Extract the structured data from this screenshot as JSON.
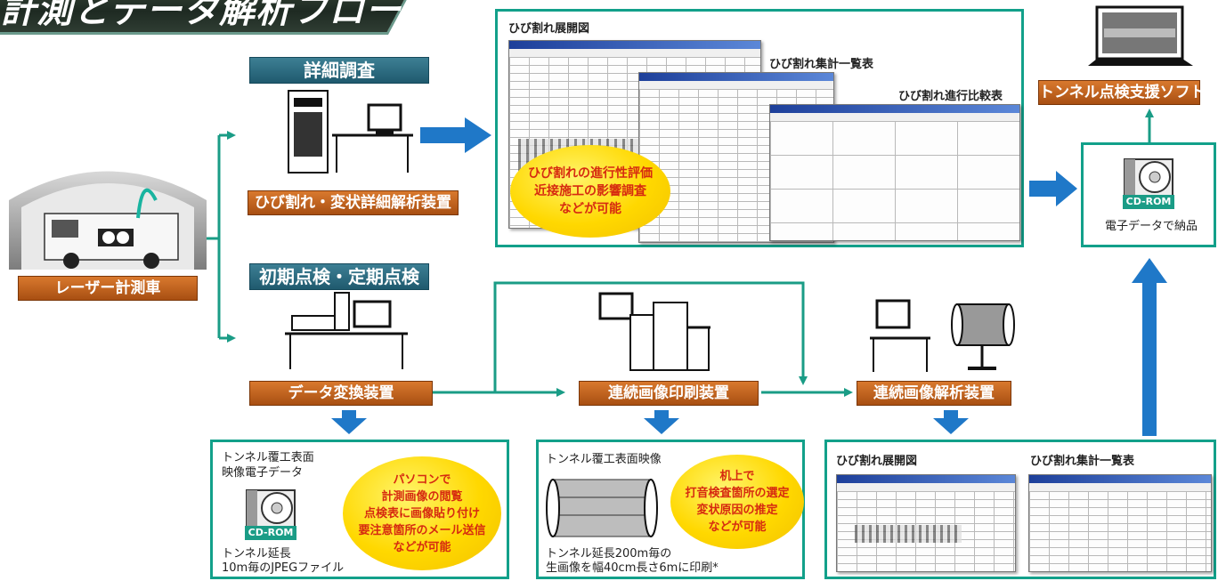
{
  "title": "計測とデータ解析フロー",
  "vehicle": {
    "label": "レーザー計測車"
  },
  "detail": {
    "header": "詳細調査",
    "device_label": "ひび割れ・変状詳細解析装置",
    "panel": {
      "window1_title": "ひび割れ展開図",
      "window2_title": "ひび割れ集計一覧表",
      "window3_title": "ひび割れ進行比較表",
      "oval_lines": [
        "ひび割れの進行性評価",
        "近接施工の影響調査",
        "などが可能"
      ]
    }
  },
  "periodic": {
    "header": "初期点検・定期点検",
    "converter_label": "データ変換装置",
    "printer_label": "連続画像印刷装置",
    "analyzer_label": "連続画像解析装置"
  },
  "output": {
    "software_label": "トンネル点検支援ソフト",
    "delivery_text": "電子データで納品",
    "cd_text": "CD-ROM"
  },
  "box_convert": {
    "lines_top": [
      "トンネル覆工表面",
      "映像電子データ"
    ],
    "lines_bottom": [
      "トンネル延長",
      "10m毎のJPEGファイル"
    ],
    "cd_text": "CD-ROM",
    "oval_lines": [
      "パソコンで",
      "計測画像の閲覧",
      "点検表に画像貼り付け",
      "要注意箇所のメール送信",
      "などが可能"
    ]
  },
  "box_print": {
    "line_top": "トンネル覆工表面映像",
    "lines_bottom": [
      "トンネル延長200m毎の",
      "生画像を幅40cm長さ6mに印刷*"
    ],
    "oval_lines": [
      "机上で",
      "打音検査箇所の選定",
      "変状原因の推定",
      "などが可能"
    ]
  },
  "box_analyze": {
    "left_title": "ひび割れ展開図",
    "right_title": "ひび割れ集計一覧表"
  },
  "colors": {
    "teal_line": "#1a9c86",
    "blue_arrow": "#1f78c8",
    "orange": "#c0621f",
    "teal_label": "#2a6c80",
    "oval_yellow": "#ffd800",
    "oval_text": "#d62a10"
  }
}
